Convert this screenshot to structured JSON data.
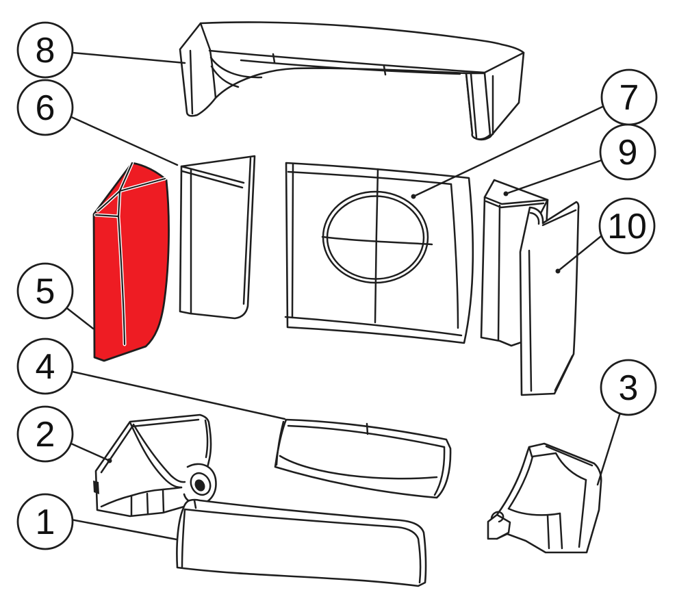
{
  "diagram": {
    "background_color": "#ffffff",
    "line_color": "#1e1e1e",
    "highlight_color": "#ee1c23",
    "highlighted_callout": "5",
    "callouts": [
      {
        "id": "callout-1",
        "label": "1"
      },
      {
        "id": "callout-2",
        "label": "2"
      },
      {
        "id": "callout-3",
        "label": "3"
      },
      {
        "id": "callout-4",
        "label": "4"
      },
      {
        "id": "callout-5",
        "label": "5"
      },
      {
        "id": "callout-6",
        "label": "6"
      },
      {
        "id": "callout-7",
        "label": "7"
      },
      {
        "id": "callout-8",
        "label": "8"
      },
      {
        "id": "callout-9",
        "label": "9"
      },
      {
        "id": "callout-10",
        "label": "10"
      }
    ]
  }
}
